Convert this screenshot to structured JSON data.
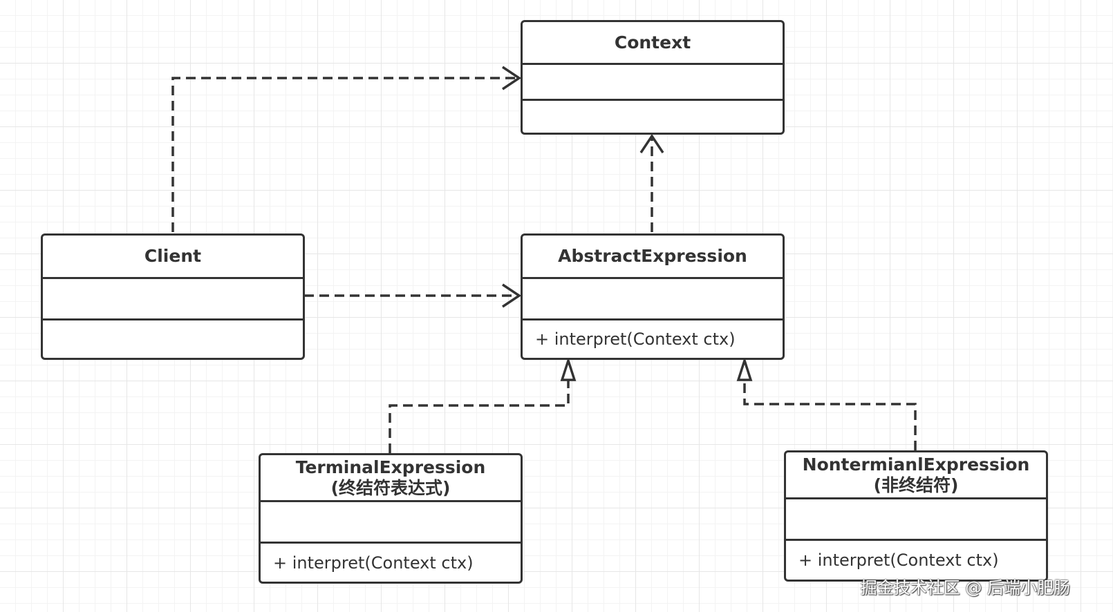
{
  "classes": {
    "context": {
      "name": "Context"
    },
    "client": {
      "name": "Client"
    },
    "abstract_expression": {
      "name": "AbstractExpression",
      "operation": "+ interpret(Context ctx)"
    },
    "terminal_expression": {
      "name": "TerminalExpression",
      "subtitle": "(终结符表达式)",
      "operation": "+ interpret(Context ctx)"
    },
    "nonterminal_expression": {
      "name": "NontermianlExpression",
      "subtitle": "(非终结符)",
      "operation": "+ interpret(Context ctx)"
    }
  },
  "relationships": [
    {
      "from": "Client",
      "to": "Context",
      "type": "dependency"
    },
    {
      "from": "Client",
      "to": "AbstractExpression",
      "type": "dependency"
    },
    {
      "from": "AbstractExpression",
      "to": "Context",
      "type": "dependency"
    },
    {
      "from": "TerminalExpression",
      "to": "AbstractExpression",
      "type": "realization"
    },
    {
      "from": "NontermianlExpression",
      "to": "AbstractExpression",
      "type": "realization"
    }
  ],
  "colors": {
    "stroke": "#333333",
    "grid": "#e6e6e6",
    "background": "#ffffff"
  },
  "watermark": "掘金技术社区 @ 后端小肥肠"
}
